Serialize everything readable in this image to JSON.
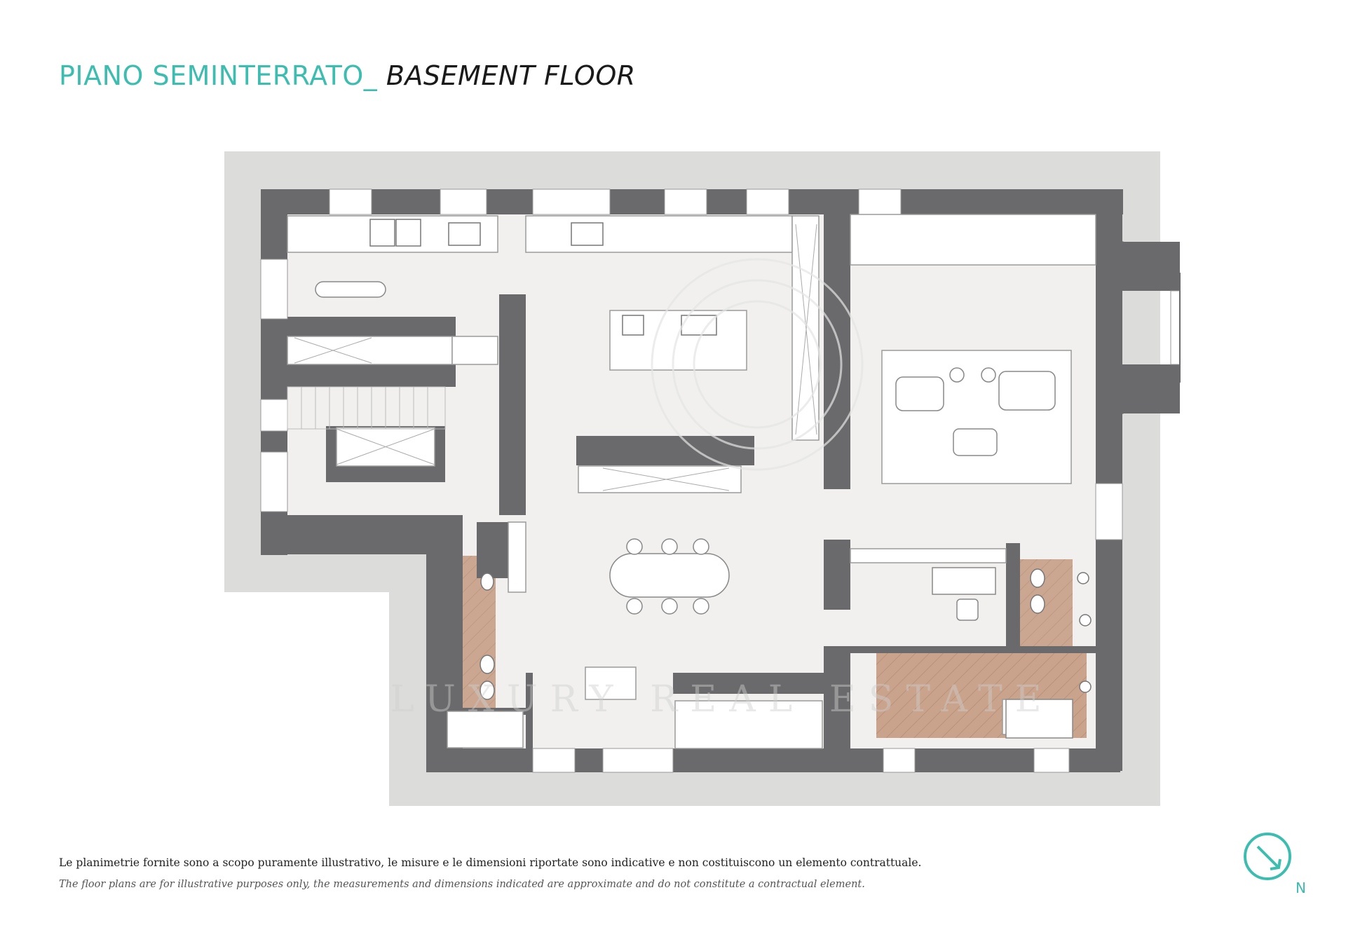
{
  "header": {
    "title_it": "PIANO SEMINTERRATO_",
    "title_en": "BASEMENT FLOOR"
  },
  "watermark": {
    "text": "LUXURY REAL ESTATE"
  },
  "compass": {
    "label": "N",
    "icon": "north-arrow-icon",
    "color": "#3dbdb0"
  },
  "footer": {
    "disclaimer_it": "Le planimetrie fornite sono a scopo puramente illustrativo, le misure e le dimensioni riportate sono indicative e non costituiscono un elemento contrattuale.",
    "disclaimer_en": "The floor plans are for illustrative purposes only, the measurements and dimensions indicated are approximate and do not constitute a contractual element."
  },
  "colors": {
    "accent": "#3dbdb0",
    "wall": "#6a6a6c",
    "floor": "#f1f0ee",
    "terrain": "#dcdcdb",
    "wood": "#c49a80"
  }
}
